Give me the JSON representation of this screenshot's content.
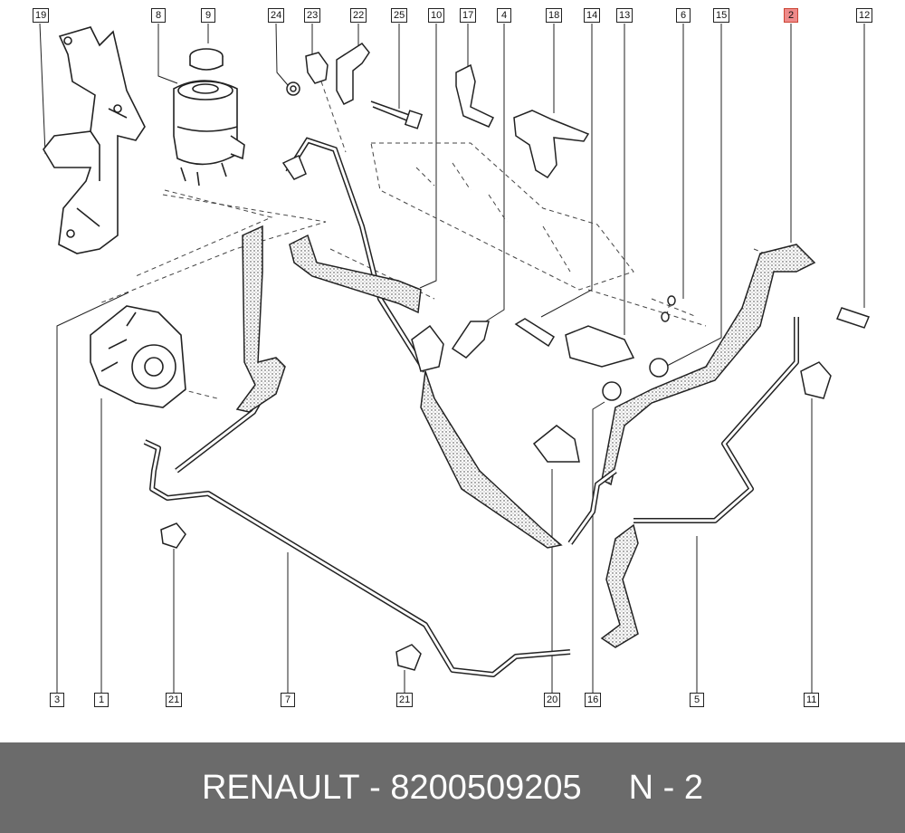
{
  "callouts": {
    "c19": "19",
    "c8": "8",
    "c9": "9",
    "c24": "24",
    "c23": "23",
    "c22": "22",
    "c25": "25",
    "c10": "10",
    "c17": "17",
    "c4": "4",
    "c18": "18",
    "c14": "14",
    "c13": "13",
    "c6": "6",
    "c15": "15",
    "c2": "2",
    "c12": "12",
    "c3": "3",
    "c1": "1",
    "c21a": "21",
    "c7": "7",
    "c21b": "21",
    "c20": "20",
    "c16": "16",
    "c5": "5",
    "c11": "11"
  },
  "highlight": {
    "callout": "2",
    "color": "#ee8a8a"
  },
  "footer": {
    "brand": "RENAULT",
    "separator": "-",
    "part_number": "8200509205",
    "position": "N - 2"
  }
}
